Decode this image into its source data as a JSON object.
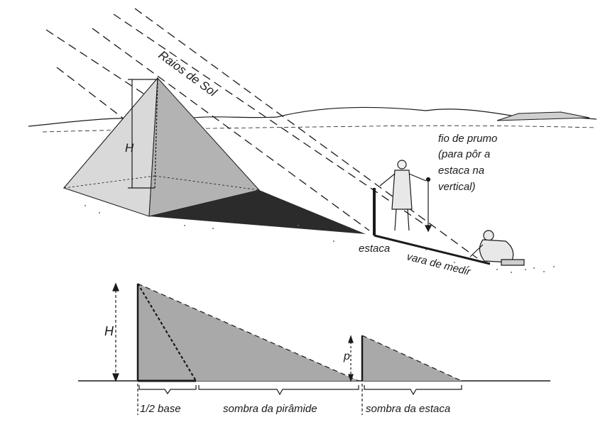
{
  "illustration": {
    "sun_rays_label": "Raios de Sol",
    "height_label": "H",
    "plumb_note": [
      "fio de prumo",
      "(para pôr a",
      "estaca na",
      "vertical)"
    ],
    "stake_label": "estaca",
    "rod_label": "vara de medir"
  },
  "diagram": {
    "height_label": "H",
    "stake_height_label": "p",
    "half_base_label": "1/2 base",
    "pyramid_shadow_label": "sombra da pirâmide",
    "stake_shadow_label": "sombra da estaca"
  },
  "colors": {
    "ink": "#1a1a1a",
    "triangle_fill": "#a9a9a9",
    "shadow_fill": "#2b2b2b",
    "pyramid_face": "#d6d6d6",
    "pyramid_side": "#b5b5b5"
  }
}
